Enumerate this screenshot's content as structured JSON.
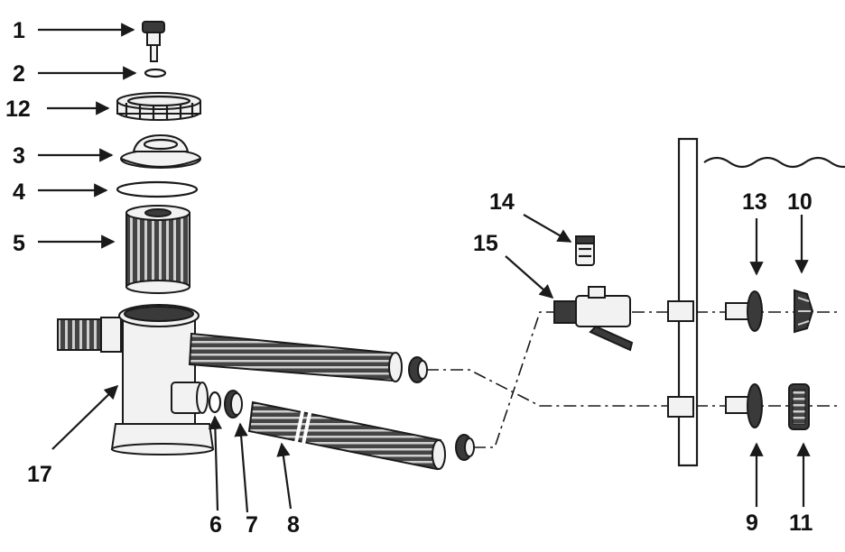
{
  "labels": {
    "p1": "1",
    "p2": "2",
    "p12": "12",
    "p3": "3",
    "p4": "4",
    "p5": "5",
    "p17": "17",
    "p6": "6",
    "p7": "7",
    "p8": "8",
    "p14": "14",
    "p15": "15",
    "p13": "13",
    "p10": "10",
    "p9": "9",
    "p11": "11"
  },
  "colors": {
    "ink": "#1a1a1a",
    "part_fill": "#f2f2f2",
    "hose_fill": "#3a3a3a",
    "background": "#ffffff"
  }
}
